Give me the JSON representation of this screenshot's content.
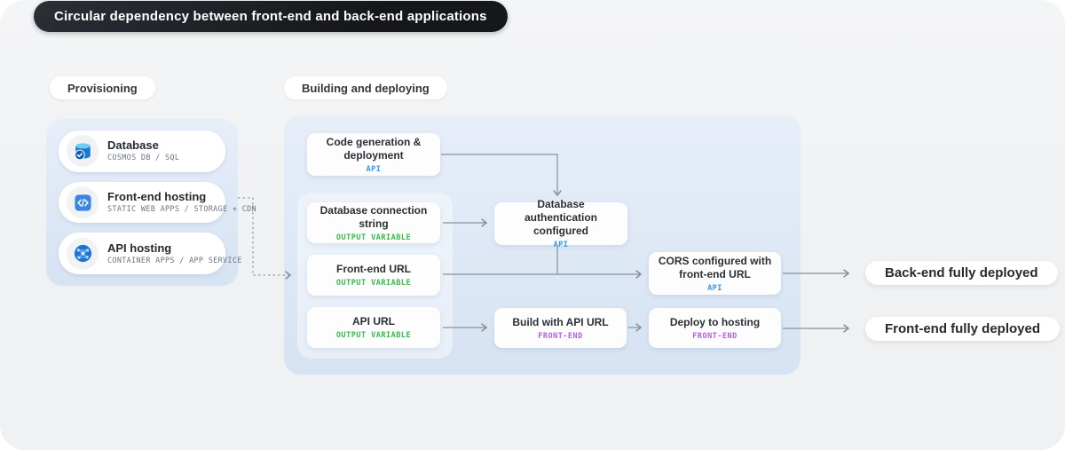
{
  "title": "Circular dependency between front-end and back-end applications",
  "sections": {
    "provisioning": "Provisioning",
    "building": "Building and deploying"
  },
  "provisioning_cards": [
    {
      "title": "Database",
      "subtitle": "COSMOS DB / SQL",
      "icon": "database-icon"
    },
    {
      "title": "Front-end hosting",
      "subtitle": "STATIC WEB APPS / STORAGE + CDN",
      "icon": "code-icon"
    },
    {
      "title": "API hosting",
      "subtitle": "CONTAINER APPS / APP SERVICE",
      "icon": "globe-network-icon"
    }
  ],
  "flow_nodes": {
    "code_generation": {
      "title": "Code generation & deployment",
      "tag": "API"
    },
    "db_connection": {
      "title": "Database connection string",
      "tag": "OUTPUT VARIABLE"
    },
    "frontend_url": {
      "title": "Front-end URL",
      "tag": "OUTPUT VARIABLE"
    },
    "api_url": {
      "title": "API URL",
      "tag": "OUTPUT VARIABLE"
    },
    "db_auth": {
      "title": "Database authentication configured",
      "tag": "API"
    },
    "cors": {
      "title": "CORS configured with front-end URL",
      "tag": "API"
    },
    "build": {
      "title": "Build with API URL",
      "tag": "FRONT-END"
    },
    "deploy": {
      "title": "Deploy to hosting",
      "tag": "FRONT-END"
    }
  },
  "results": {
    "backend": "Back-end fully deployed",
    "frontend": "Front-end fully deployed"
  },
  "colors": {
    "tag_api": "#2e9af0",
    "tag_output_variable": "#3bb94f",
    "tag_front_end": "#b55ce8",
    "arrow": "#8a9096",
    "panel_blue": "#d9e6f4",
    "title_pill_bg": "#17191d"
  }
}
